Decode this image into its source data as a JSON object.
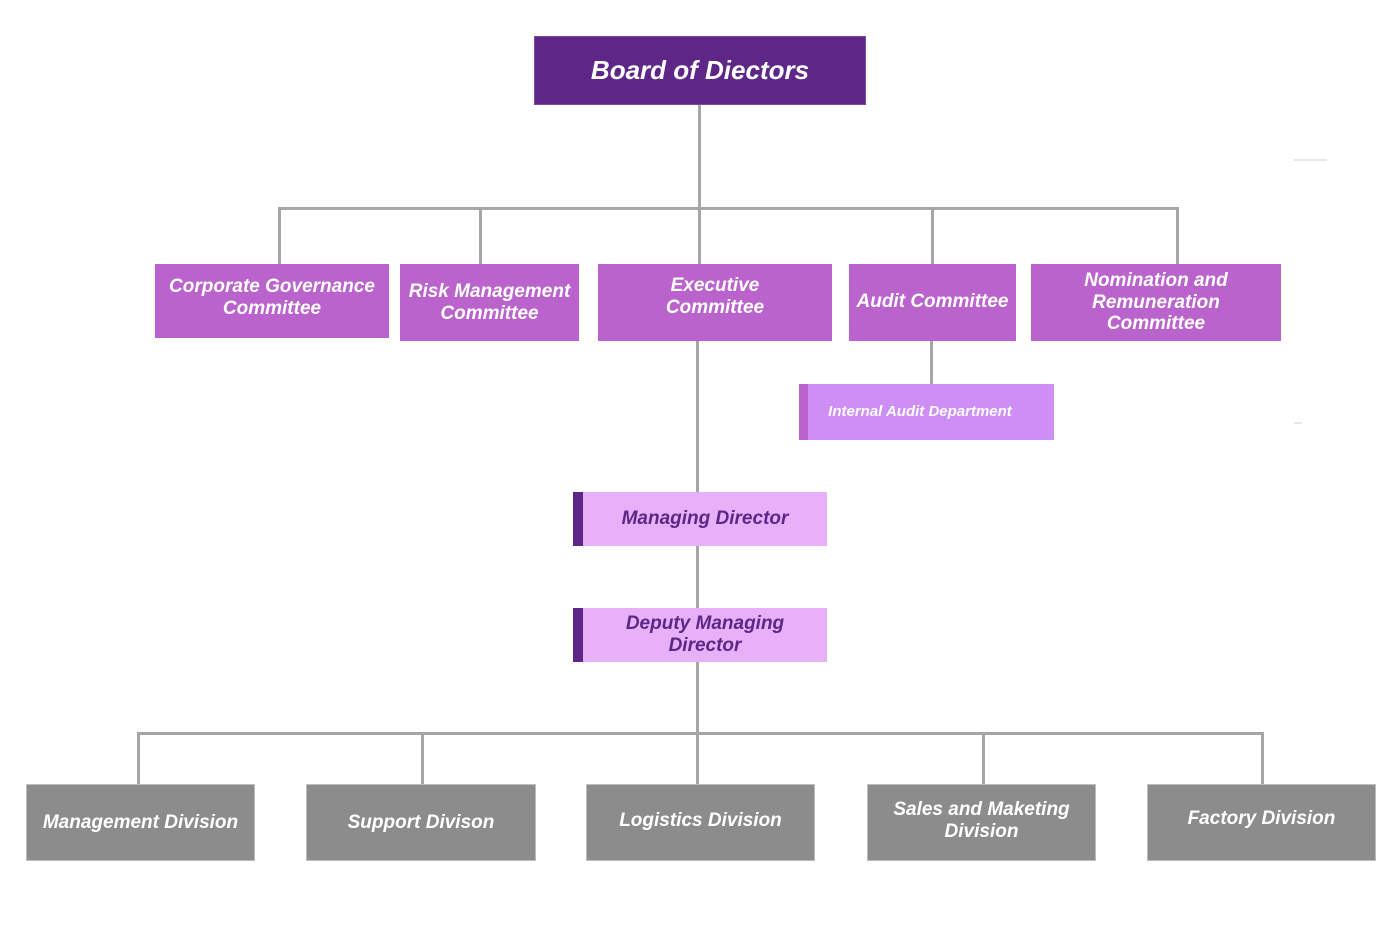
{
  "diagram": {
    "type": "organization-chart",
    "colors": {
      "board": "#5e2787",
      "committee": "#bb63cc",
      "department": "#cf8ef6",
      "executive": "#e8b0f8",
      "executive_text": "#5e2787",
      "division": "#8c8c8c",
      "connector": "#a6a6a6"
    },
    "board": {
      "label": "Board of Diectors"
    },
    "committees": [
      {
        "label": "Corporate Governance Committee"
      },
      {
        "label": "Risk Management Committee"
      },
      {
        "label": "Executive Committee"
      },
      {
        "label": "Audit Committee"
      },
      {
        "label": "Nomination and Remuneration Committee"
      }
    ],
    "audit_department": {
      "label": "Internal Audit Department",
      "reports_to": "Audit Committee"
    },
    "executives": [
      {
        "label": "Managing Director",
        "reports_to": "Executive Committee"
      },
      {
        "label": "Deputy Managing Director",
        "reports_to": "Managing Director"
      }
    ],
    "divisions": [
      {
        "label": "Management Division"
      },
      {
        "label": "Support Divison"
      },
      {
        "label": "Logistics Division"
      },
      {
        "label": "Sales and Maketing Division"
      },
      {
        "label": "Factory Division"
      }
    ]
  }
}
